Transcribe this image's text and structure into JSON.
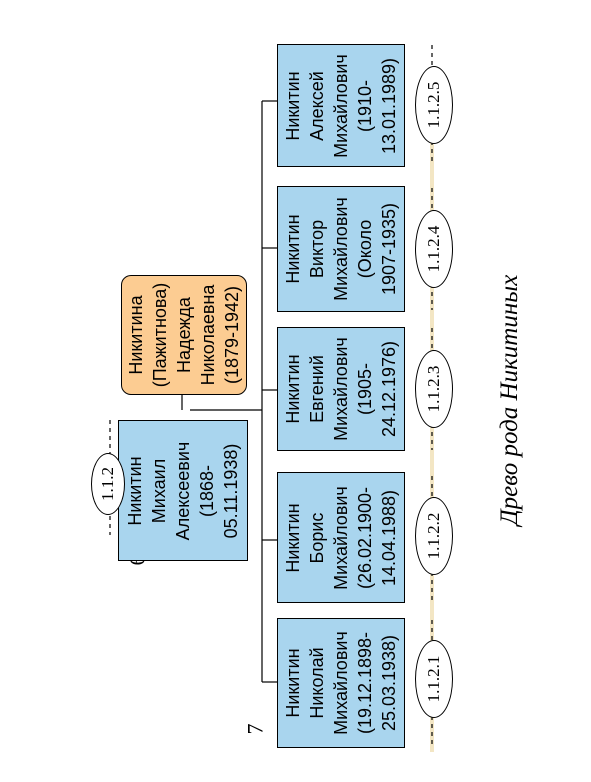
{
  "diagram": {
    "caption": "Древо рода Никитиных",
    "generations": {
      "parent": "6",
      "children": "7"
    },
    "father": {
      "lines": [
        "Никитин",
        "Михаил",
        "Алексеевич",
        "(1868-",
        "05.11.1938)"
      ],
      "code": "1.1.2"
    },
    "wife": {
      "lines": [
        "Никитина",
        "(Пажитнова)",
        "Надежда",
        "Николаевна",
        "(1879-1942)"
      ]
    },
    "children": [
      {
        "lines": [
          "Никитин",
          "Николай",
          "Михайлович",
          "(19.12.1898-",
          "25.03.1938)"
        ],
        "code": "1.1.2.1"
      },
      {
        "lines": [
          "Никитин",
          "Борис",
          "Михайлович",
          "(26.02.1900-",
          "14.04.1988)"
        ],
        "code": "1.1.2.2"
      },
      {
        "lines": [
          "Никитин",
          "Евгений",
          "Михайлович",
          "(1905-",
          "24.12.1976)"
        ],
        "code": "1.1.2.3"
      },
      {
        "lines": [
          "Никитин",
          "Виктор",
          "Михайлович",
          "(Около",
          "1907-1935)"
        ],
        "code": "1.1.2.4"
      },
      {
        "lines": [
          "Никитин",
          "Алексей",
          "Михайлович",
          "(1910-",
          "13.01.1989)"
        ],
        "code": "1.1.2.5"
      }
    ],
    "colors": {
      "person_box": "#a9d5ee",
      "wife_box": "#fccc92",
      "connector": "#000000"
    }
  }
}
